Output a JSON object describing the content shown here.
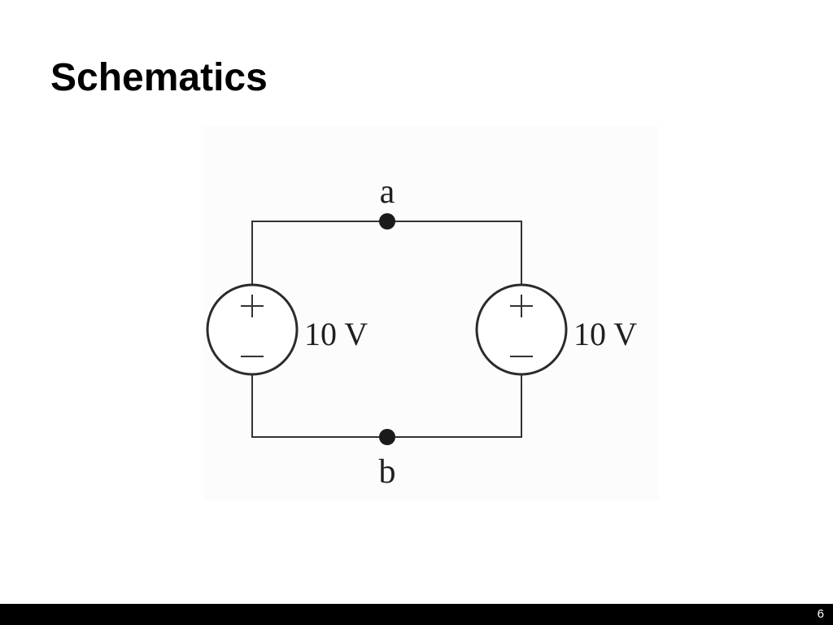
{
  "slide": {
    "title": "Schematics",
    "page_number": "6"
  },
  "circuit": {
    "node_top_label": "a",
    "node_bottom_label": "b",
    "sources": [
      {
        "value_label": "10 V",
        "plus_sign": "+",
        "minus_sign": "−"
      },
      {
        "value_label": "10 V",
        "plus_sign": "+",
        "minus_sign": "−"
      }
    ]
  }
}
